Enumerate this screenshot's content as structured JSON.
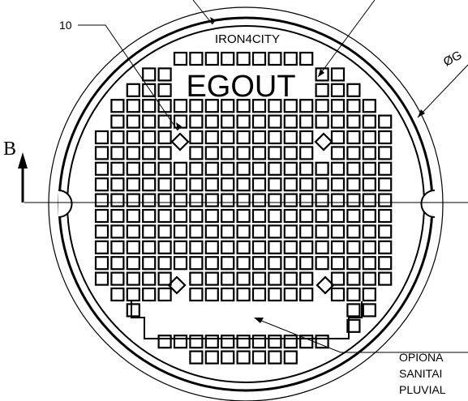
{
  "drawing": {
    "brand_text": "IRON4CITY",
    "main_text": "EGOUT",
    "callout_number": "10",
    "section_label": "B",
    "diameter_label": "ØG",
    "optional_note_lines": [
      "OPIONA",
      "SANITAI",
      "PLUVIAL"
    ]
  },
  "colors": {
    "line": "#000000",
    "background": "#ffffff"
  }
}
